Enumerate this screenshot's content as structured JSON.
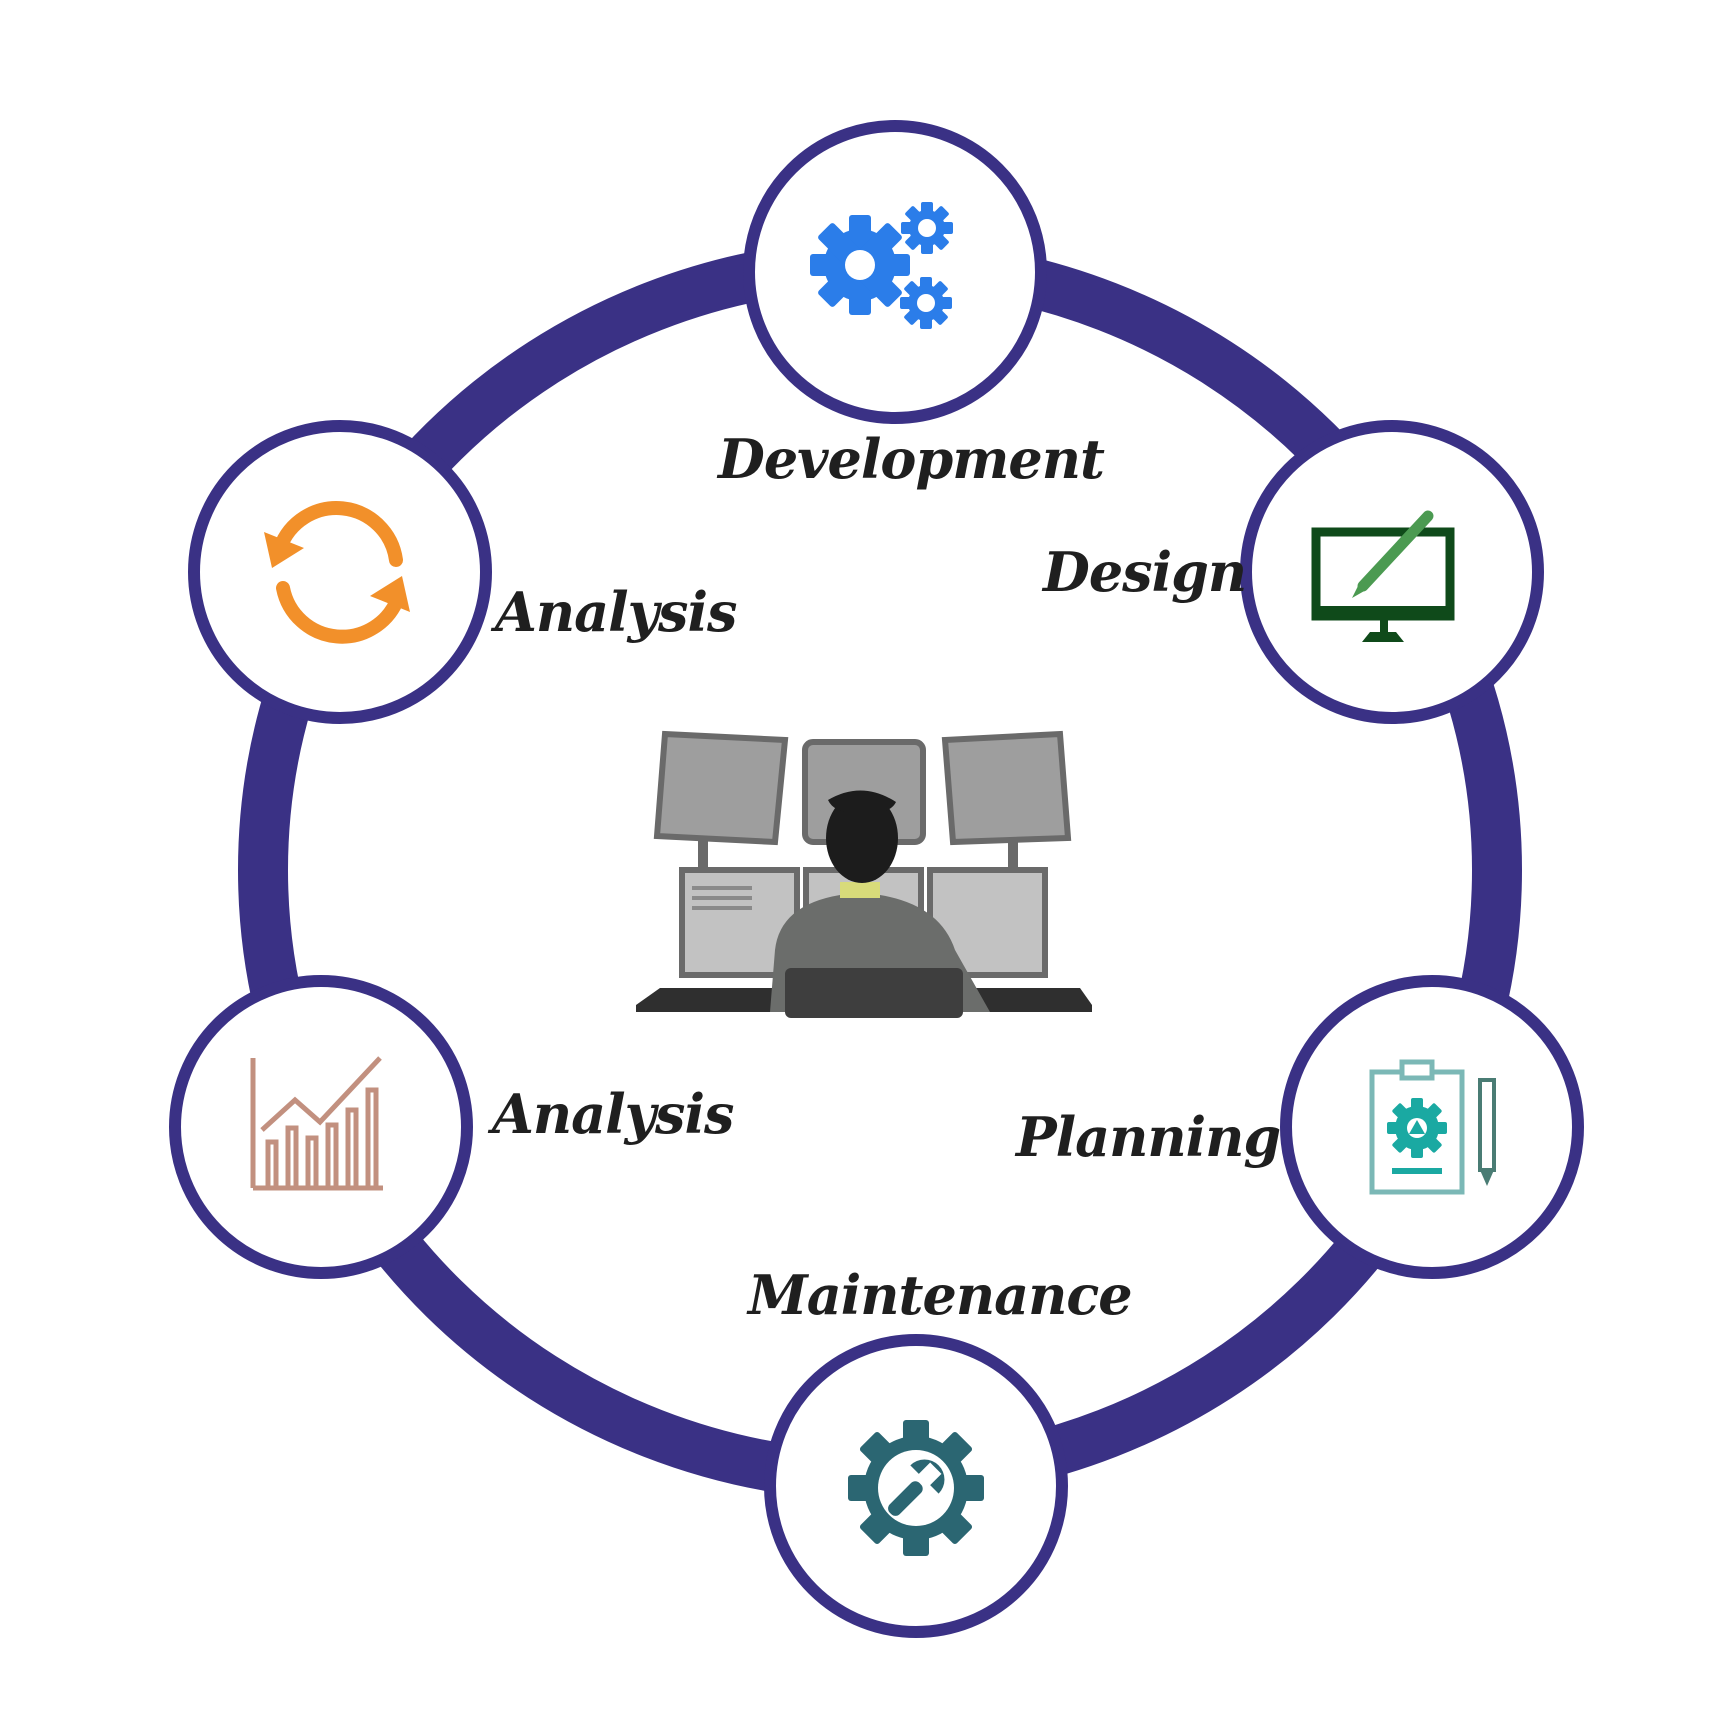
{
  "diagram": {
    "ring_color": "#3a3185",
    "node_fill": "#ffffff",
    "nodes": [
      {
        "id": "development",
        "label": "Development",
        "icon": "gears-icon",
        "icon_color": "#2b7de9"
      },
      {
        "id": "design",
        "label": "Design",
        "icon": "monitor-brush-icon",
        "icon_color": "#0f4a1a"
      },
      {
        "id": "analysis-cycle",
        "label": "Analysis",
        "icon": "refresh-cycle-icon",
        "icon_color": "#f2902a"
      },
      {
        "id": "analysis-chart",
        "label": "Analysis",
        "icon": "bar-chart-trend-icon",
        "icon_color": "#c2907f"
      },
      {
        "id": "planning",
        "label": "Planning",
        "icon": "clipboard-gear-pencil-icon",
        "icon_color": "#1aa9a2"
      },
      {
        "id": "maintenance",
        "label": "Maintenance",
        "icon": "wrench-gear-icon",
        "icon_color": "#2b6672"
      }
    ],
    "center": {
      "icon": "operator-at-monitors-illustration"
    }
  }
}
